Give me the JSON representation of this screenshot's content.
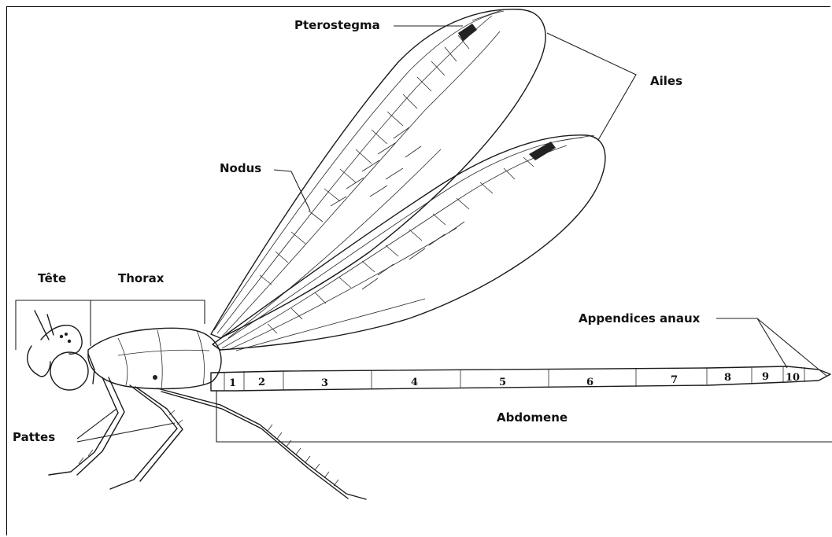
{
  "labels": {
    "pterostegma": "Pterostegma",
    "ailes": "Ailes",
    "nodus": "Nodus",
    "tete": "Tête",
    "thorax": "Thorax",
    "appendices": "Appendices anaux",
    "abdomene": "Abdomene",
    "pattes": "Pattes"
  },
  "segments": [
    "1",
    "2",
    "3",
    "4",
    "5",
    "6",
    "7",
    "8",
    "9",
    "10"
  ]
}
